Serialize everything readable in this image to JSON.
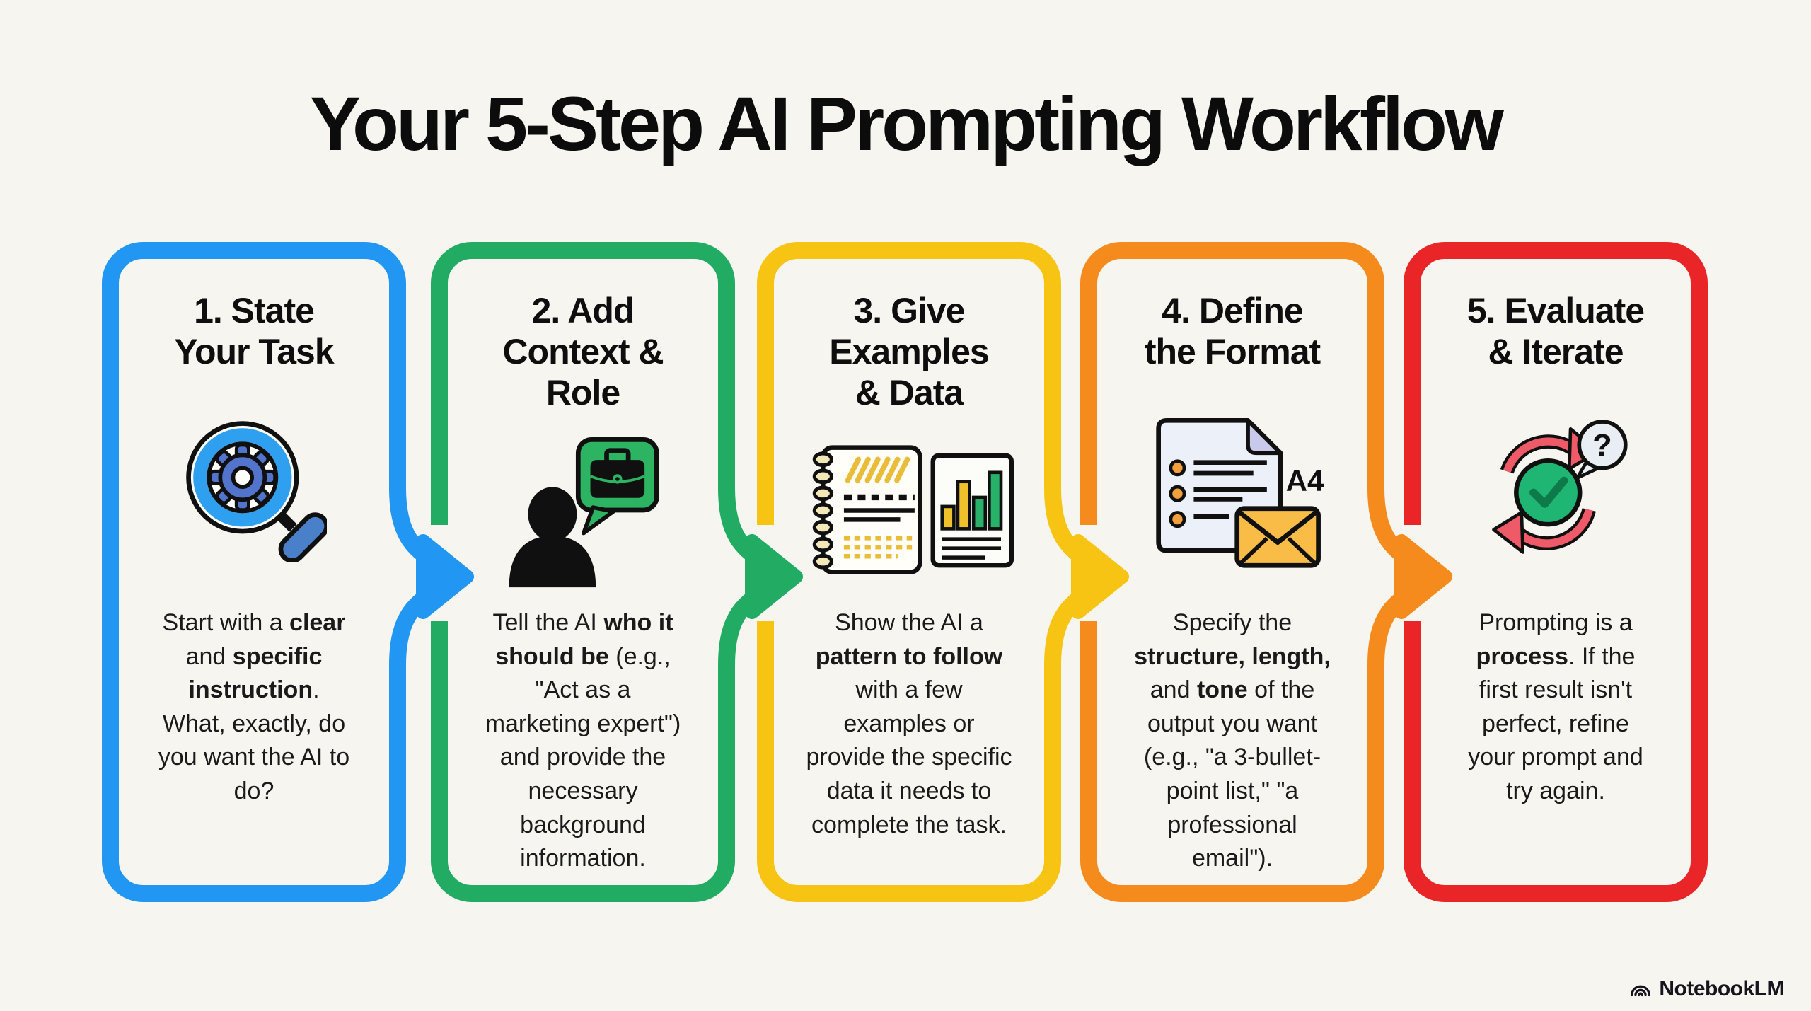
{
  "page": {
    "title": "Your 5-Step AI Prompting Workflow",
    "background": "#f6f5f0",
    "title_color": "#0c0c0c"
  },
  "branding": {
    "logo_text": "NotebookLM",
    "logo_icon": "notebooklm-arcs-icon"
  },
  "cards": [
    {
      "id": 1,
      "color": "#2196f3",
      "title_lines": [
        "1. State",
        "Your Task"
      ],
      "icon": "magnifier-gear-icon",
      "body_lines": [
        [
          {
            "t": "Start with a "
          },
          {
            "t": "clear",
            "b": true
          }
        ],
        [
          {
            "t": "and "
          },
          {
            "t": "specific",
            "b": true
          }
        ],
        [
          {
            "t": "instruction",
            "b": true
          },
          {
            "t": "."
          }
        ],
        [
          {
            "t": "What, exactly, do"
          }
        ],
        [
          {
            "t": "you want the AI to"
          }
        ],
        [
          {
            "t": "do?"
          }
        ]
      ]
    },
    {
      "id": 2,
      "color": "#21ab63",
      "title_lines": [
        "2. Add",
        "Context &",
        "Role"
      ],
      "icon": "person-briefcase-icon",
      "body_lines": [
        [
          {
            "t": "Tell the AI "
          },
          {
            "t": "who it",
            "b": true
          }
        ],
        [
          {
            "t": "should be",
            "b": true
          },
          {
            "t": " (e.g.,"
          }
        ],
        [
          {
            "t": "\"Act as a"
          }
        ],
        [
          {
            "t": "marketing expert\")"
          }
        ],
        [
          {
            "t": "and provide the"
          }
        ],
        [
          {
            "t": "necessary"
          }
        ],
        [
          {
            "t": "background"
          }
        ],
        [
          {
            "t": "information."
          }
        ]
      ]
    },
    {
      "id": 3,
      "color": "#f7c413",
      "title_lines": [
        "3. Give",
        "Examples",
        "& Data"
      ],
      "icon": "notebook-chart-icon",
      "body_lines": [
        [
          {
            "t": "Show the AI a"
          }
        ],
        [
          {
            "t": "pattern to follow",
            "b": true
          }
        ],
        [
          {
            "t": "with a few"
          }
        ],
        [
          {
            "t": "examples or"
          }
        ],
        [
          {
            "t": "provide the specific"
          }
        ],
        [
          {
            "t": "data it needs to"
          }
        ],
        [
          {
            "t": "complete the task."
          }
        ]
      ]
    },
    {
      "id": 4,
      "color": "#f68b1d",
      "title_lines": [
        "4. Define",
        "the Format"
      ],
      "icon": "document-a4-envelope-icon",
      "icon_label": "A4",
      "body_lines": [
        [
          {
            "t": "Specify the"
          }
        ],
        [
          {
            "t": "structure, length,",
            "b": true
          }
        ],
        [
          {
            "t": "and "
          },
          {
            "t": "tone",
            "b": true
          },
          {
            "t": " of the"
          }
        ],
        [
          {
            "t": "output you want"
          }
        ],
        [
          {
            "t": "(e.g., \"a 3-bullet-"
          }
        ],
        [
          {
            "t": "point list,\" \"a"
          }
        ],
        [
          {
            "t": "professional"
          }
        ],
        [
          {
            "t": "email\")."
          }
        ]
      ]
    },
    {
      "id": 5,
      "color": "#e92528",
      "title_lines": [
        "5. Evaluate",
        "& Iterate"
      ],
      "icon": "iterate-check-question-icon",
      "icon_label": "?",
      "body_lines": [
        [
          {
            "t": "Prompting is a"
          }
        ],
        [
          {
            "t": "process",
            "b": true
          },
          {
            "t": ". If the"
          }
        ],
        [
          {
            "t": "first result isn't"
          }
        ],
        [
          {
            "t": "perfect, refine"
          }
        ],
        [
          {
            "t": "your prompt and"
          }
        ],
        [
          {
            "t": "try again."
          }
        ]
      ]
    }
  ],
  "arrows": [
    {
      "from": 1,
      "to": 2,
      "color": "#2196f3"
    },
    {
      "from": 2,
      "to": 3,
      "color": "#21ab63"
    },
    {
      "from": 3,
      "to": 4,
      "color": "#f7c413"
    },
    {
      "from": 4,
      "to": 5,
      "color": "#f68b1d"
    }
  ]
}
